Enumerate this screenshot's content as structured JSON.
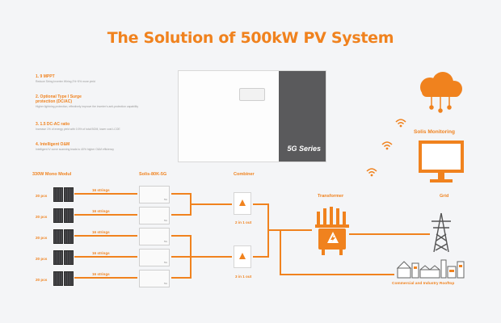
{
  "title": "The Solution of 500kW PV System",
  "features": [
    {
      "title": "1. 9 MPPT",
      "desc": "Reduce String Inverter Wiring 2%~5% more yield"
    },
    {
      "title": "2. Optional Type I Surge protection (DC/AC)",
      "desc": "Higher lightning protection, effectively improve the inverter's anti-protection capability"
    },
    {
      "title": "3. 1.5 DC-AC ratio",
      "desc": "Increase 1% of energy yield with 0.5% of total BOM, lower cost LCOE"
    },
    {
      "title": "4. Intelligent O&M",
      "desc": "Intelligent IV curve scanning leads to 40% higher O&M efficiency"
    }
  ],
  "inverter_logo": "5G Series",
  "labels": {
    "panels": "330W Mono Modul",
    "inverters": "Solis-80K-5G",
    "combiner": "Combiner",
    "transformer": "Transformer",
    "grid": "Grid",
    "monitoring": "Solis Monitoring",
    "rooftop": "Commercial and Industry Rooftop"
  },
  "rows": [
    {
      "pcs": "20 pcs",
      "strings": "16 strings"
    },
    {
      "pcs": "20 pcs",
      "strings": "16 strings"
    },
    {
      "pcs": "20 pcs",
      "strings": "16 strings"
    },
    {
      "pcs": "20 pcs",
      "strings": "16 strings"
    },
    {
      "pcs": "20 pcs",
      "strings": "16 strings"
    }
  ],
  "combiners": [
    {
      "io": "2 in 1 out"
    },
    {
      "io": "3 in 1 out"
    }
  ],
  "colors": {
    "accent": "#f0821e",
    "inverter_dark": "#5a5a5c",
    "background": "#f4f5f7"
  },
  "icons": {
    "cloud": "cloud-icon",
    "monitor": "monitor-icon",
    "wifi": "wifi-icon",
    "tower": "power-tower-icon",
    "factory": "factory-icon",
    "transformer": "transformer-icon"
  }
}
